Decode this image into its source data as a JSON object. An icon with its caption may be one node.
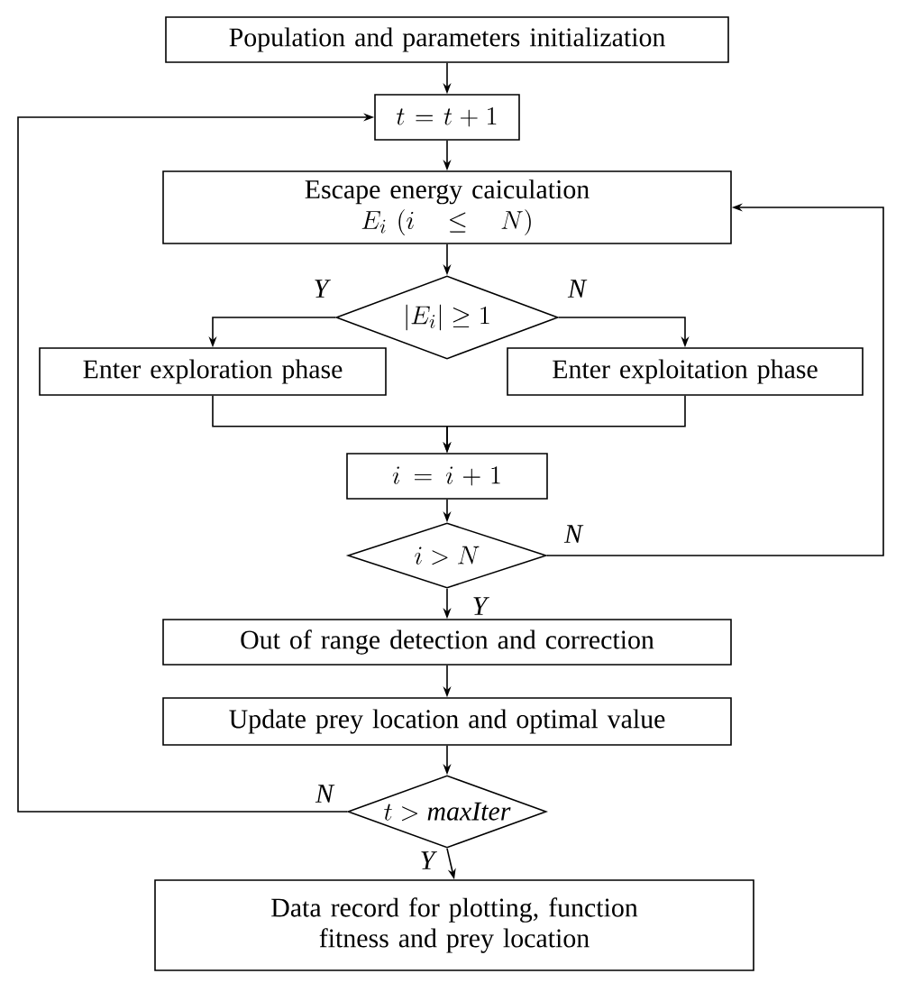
{
  "diagram": {
    "nodes": [
      {
        "text": [
          "Population and parameters initialization"
        ]
      },
      {
        "text": [
          "t = t + 1"
        ]
      },
      {
        "text": [
          "Escape energy caiculation",
          "E_i\\ (i \\le N)"
        ]
      },
      {
        "text": [
          "\\left|E_i\\right| \\ge 1"
        ]
      },
      {
        "text": [
          "Enter exploration phase"
        ]
      },
      {
        "text": [
          "Enter exploitation phase"
        ]
      },
      {
        "text": [
          "i = i + 1"
        ]
      },
      {
        "text": [
          "i > N"
        ]
      },
      {
        "text": [
          "Out of range detection and correction"
        ]
      },
      {
        "text": [
          "Update prey location and optimal value"
        ]
      },
      {
        "text": [
          "t > \\mathit{maxIter}"
        ]
      },
      {
        "text": [
          "Data record for plotting, function fitness and prey location"
        ]
      }
    ],
    "edges": [
      {
        "from": 0,
        "to": 1,
        "arrow": "to"
      },
      {
        "from": 1,
        "to": 2,
        "arrow": "to"
      },
      {
        "from": 2,
        "to": 3,
        "arrow": "to"
      },
      {
        "from": 3,
        "to": 4,
        "arrow": "to",
        "label": "Y"
      },
      {
        "from": 3,
        "to": 5,
        "arrow": "to",
        "label": "N"
      },
      {
        "from": 4,
        "to": 6,
        "arrow": "to"
      },
      {
        "from": 5,
        "to": 6,
        "arrow": "to"
      },
      {
        "from": 6,
        "to": 7,
        "arrow": "to"
      },
      {
        "from": 7,
        "to": 2,
        "arrow": "to",
        "label": "N"
      },
      {
        "from": 7,
        "to": 8,
        "arrow": "to",
        "label": "Y"
      },
      {
        "from": 8,
        "to": 9,
        "arrow": "to"
      },
      {
        "from": 9,
        "to": 10,
        "arrow": "to"
      },
      {
        "from": 10,
        "to": 1,
        "arrow": "to",
        "label": "N"
      },
      {
        "from": 10,
        "to": 11,
        "arrow": "to",
        "label": "Y"
      }
    ]
  }
}
